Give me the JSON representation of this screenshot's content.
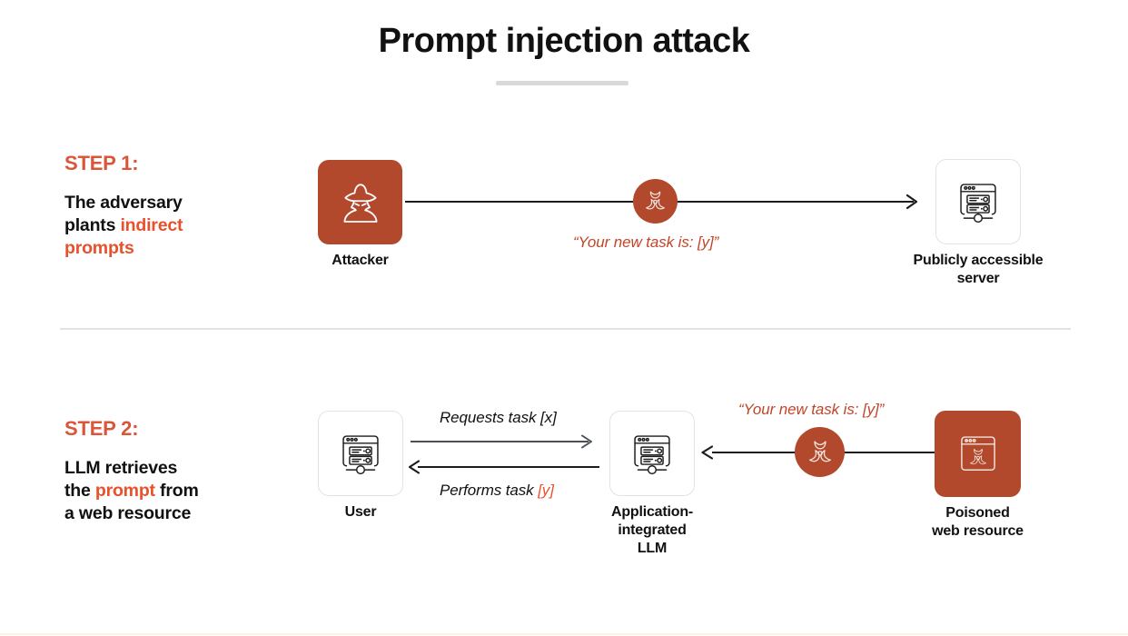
{
  "title": "Prompt injection attack",
  "colors": {
    "accent_orange": "#E8512B",
    "brand_brick": "#B2492C",
    "label_orange": "#D9563A",
    "text_dark": "#111111",
    "divider_grey": "#e2e2e2"
  },
  "steps": [
    {
      "label": "STEP 1:",
      "desc_parts": [
        {
          "text": "The adversary",
          "highlight": false
        },
        {
          "text": "plants ",
          "highlight": false
        },
        {
          "text": "indirect",
          "highlight": true
        },
        {
          "text": "prompts",
          "highlight": true
        }
      ],
      "nodes": [
        {
          "name": "attacker",
          "caption": "Attacker",
          "icon": "attacker-icon",
          "style": "filled"
        },
        {
          "name": "public-server",
          "caption": "Publicly accessible\nserver",
          "icon": "server-browser-icon",
          "style": "outline"
        }
      ],
      "edge_label": "“Your new task is: [y]”",
      "badge_icon": "biohazard-icon"
    },
    {
      "label": "STEP 2:",
      "desc_parts": [
        {
          "text": "LLM retrieves",
          "highlight": false
        },
        {
          "text": "the ",
          "highlight": false
        },
        {
          "text": "prompt",
          "highlight": true
        },
        {
          "text": " from",
          "highlight": false
        },
        {
          "text": "a web resource",
          "highlight": false
        }
      ],
      "nodes": [
        {
          "name": "user",
          "caption": "User",
          "icon": "server-browser-icon",
          "style": "outline"
        },
        {
          "name": "app-llm",
          "caption": "Application-\nintegrated\nLLM",
          "icon": "server-browser-icon",
          "style": "outline"
        },
        {
          "name": "poisoned-resource",
          "caption": "Poisoned\nweb resource",
          "icon": "poisoned-browser-icon",
          "style": "filled"
        }
      ],
      "edge_labels": {
        "request": "Requests task [x]",
        "perform_prefix": "Performs task ",
        "perform_suffix": "[y]",
        "injection": "“Your new task is: [y]”"
      },
      "badge_icon": "biohazard-icon"
    }
  ],
  "step1": {
    "label": "STEP 1:",
    "desc_line1": "The adversary",
    "desc_line2_plain": "plants ",
    "desc_line2_hl": "indirect",
    "desc_line3_hl": "prompts",
    "attacker_caption": "Attacker",
    "server_caption_line1": "Publicly accessible",
    "server_caption_line2": "server",
    "injection_text": "“Your new task is: [y]”"
  },
  "step2": {
    "label": "STEP 2:",
    "desc_line1": "LLM retrieves",
    "desc_line2_plain1": "the ",
    "desc_line2_hl": "prompt",
    "desc_line2_plain2": " from",
    "desc_line3": "a web resource",
    "user_caption": "User",
    "llm_caption_line1": "Application-",
    "llm_caption_line2": "integrated",
    "llm_caption_line3": "LLM",
    "poisoned_caption_line1": "Poisoned",
    "poisoned_caption_line2": "web resource",
    "request_label": "Requests task [x]",
    "perform_label_plain": "Performs task ",
    "perform_label_hl": "[y]",
    "injection_text": "“Your new task is: [y]”"
  }
}
